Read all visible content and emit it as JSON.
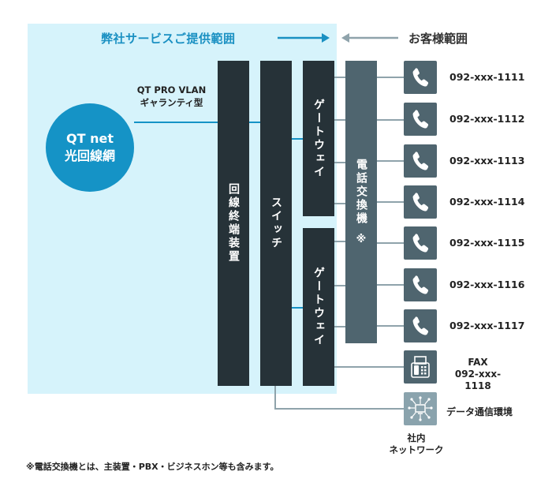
{
  "zone_label": "弊社サービスご提供範囲",
  "customer_label": "お客様範囲",
  "qt_net": {
    "line1": "QT net",
    "line2": "光回線網"
  },
  "vlan_label": {
    "line1": "QT PRO VLAN",
    "line2": "ギャランティ型"
  },
  "columns": {
    "ont": "回線終端装置",
    "switch": "スイッチ",
    "gateway_top": "ゲートウェイ",
    "gateway_bottom": "ゲートウェイ",
    "exchange": "電話交換機",
    "exchange_mark": "※"
  },
  "phones": [
    {
      "icon": "phone-icon",
      "number": "092-xxx-1111"
    },
    {
      "icon": "phone-icon",
      "number": "092-xxx-1112"
    },
    {
      "icon": "phone-icon",
      "number": "092-xxx-1113"
    },
    {
      "icon": "phone-icon",
      "number": "092-xxx-1114"
    },
    {
      "icon": "phone-icon",
      "number": "092-xxx-1115"
    },
    {
      "icon": "phone-icon",
      "number": "092-xxx-1116"
    },
    {
      "icon": "phone-icon",
      "number": "092-xxx-1117"
    }
  ],
  "fax": {
    "icon": "fax-icon",
    "line1": "FAX",
    "line2": "092-xxx-1118"
  },
  "data_env": {
    "icon": "network-icon",
    "label": "データ通信環境"
  },
  "lan_label": {
    "line1": "社内",
    "line2": "ネットワーク"
  },
  "footnote": "※電話交換機とは、主装置・PBX・ビジネスホン等も含みます。",
  "colors": {
    "zone": "#d6f3fb",
    "accent": "#1a90c2",
    "dark": "#263238",
    "slate": "#4f656f",
    "line": "#8fa3ab"
  }
}
